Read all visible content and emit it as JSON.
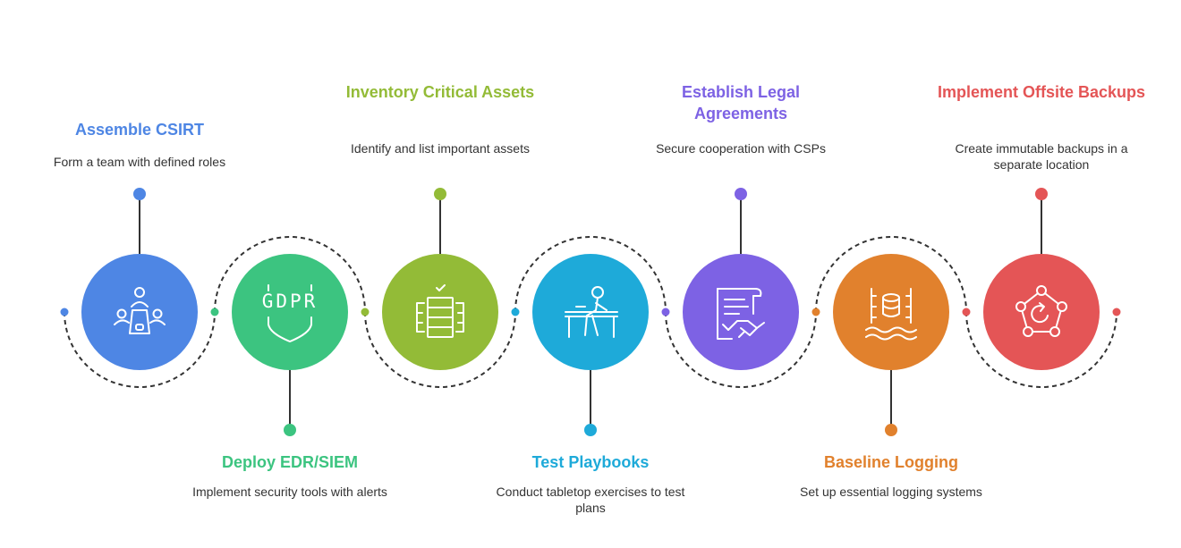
{
  "steps": [
    {
      "title": "Assemble CSIRT",
      "description": "Form a team with defined roles",
      "color": "#4E86E4",
      "icon": "team-meeting-icon",
      "label_position": "top"
    },
    {
      "title": "Deploy EDR/SIEM",
      "description": "Implement security tools with alerts",
      "color": "#3CC480",
      "icon": "gdpr-shield-icon",
      "icon_text": "GDPR",
      "label_position": "bottom"
    },
    {
      "title": "Inventory Critical Assets",
      "description": "Identify and list important assets",
      "color": "#93BB37",
      "icon": "server-rack-check-icon",
      "label_position": "top"
    },
    {
      "title": "Test Playbooks",
      "description": "Conduct tabletop exercises to test plans",
      "color": "#1EAAD9",
      "icon": "person-at-desk-icon",
      "label_position": "bottom"
    },
    {
      "title": "Establish Legal Agreements",
      "description": "Secure cooperation with CSPs",
      "color": "#7D62E4",
      "icon": "contract-handshake-icon",
      "label_position": "top"
    },
    {
      "title": "Baseline Logging",
      "description": "Set up essential logging systems",
      "color": "#E1812D",
      "icon": "database-logging-icon",
      "label_position": "bottom"
    },
    {
      "title": "Implement Offsite Backups",
      "description": "Create immutable backups in a separate location",
      "color": "#E45556",
      "icon": "backup-network-icon",
      "label_position": "top"
    }
  ]
}
